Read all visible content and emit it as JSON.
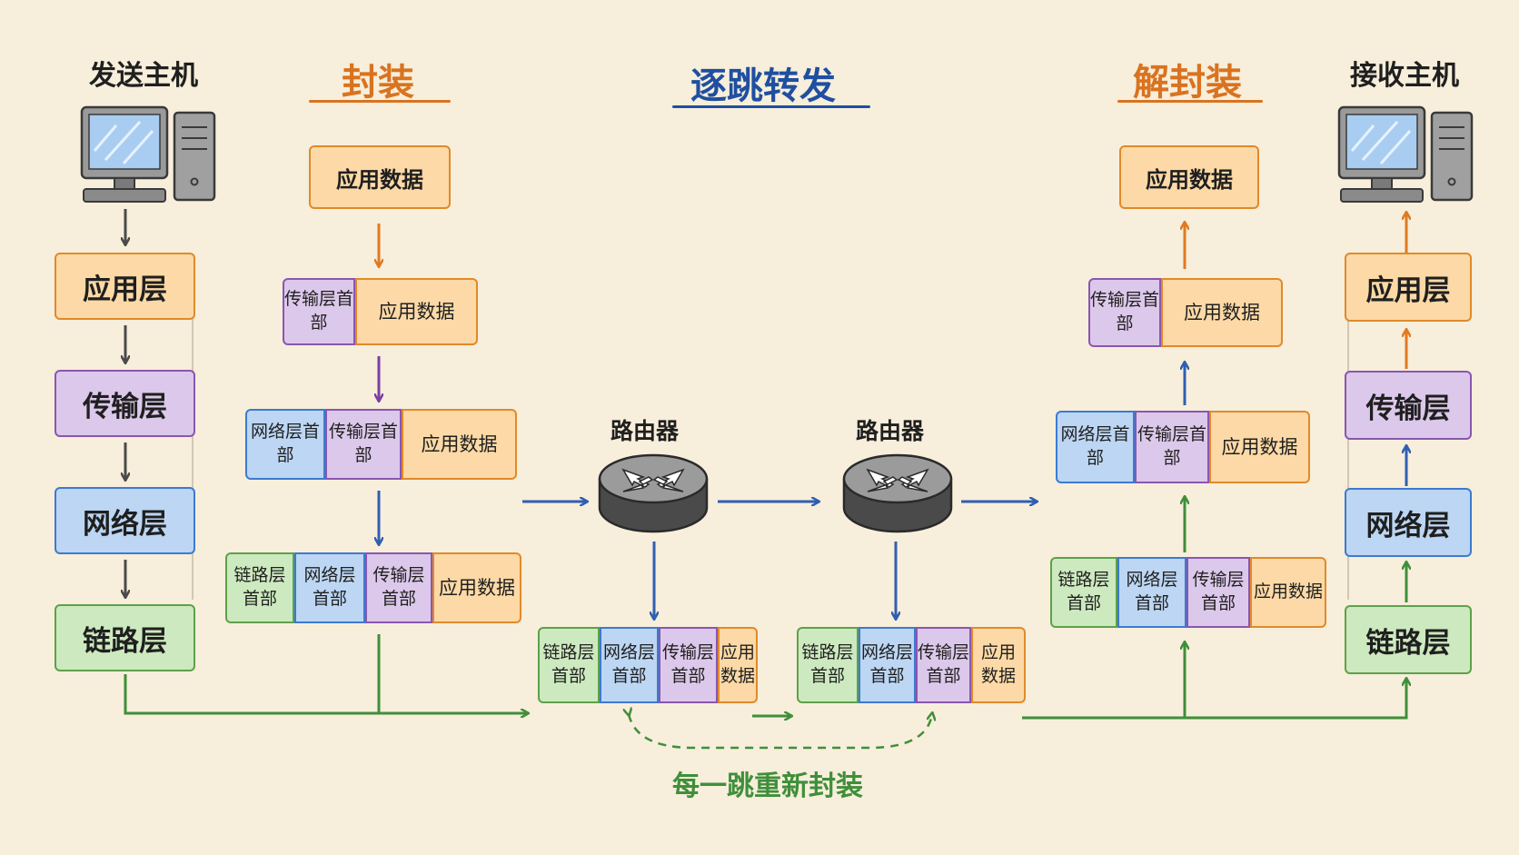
{
  "titles": {
    "sender": "发送主机",
    "encap": "封装",
    "forward": "逐跳转发",
    "decap": "解封装",
    "receiver": "接收主机"
  },
  "layers": {
    "app": "应用层",
    "transport": "传输层",
    "network": "网络层",
    "link": "链路层"
  },
  "labels": {
    "app_data": "应用数据",
    "transport_header": "传输层首部",
    "network_header": "网络层首部",
    "link_header": "链路层首部",
    "app_data_short": "应用数据"
  },
  "router": {
    "label": "路由器"
  },
  "note": "每一跳重新封装",
  "colors": {
    "app": "#e08a2a",
    "transport": "#8a56b0",
    "network": "#3d7ad0",
    "link": "#5ea14a",
    "blue_arrow": "#2f5fb0",
    "title_orange": "#d9731f",
    "title_blue": "#1f4fa0"
  }
}
